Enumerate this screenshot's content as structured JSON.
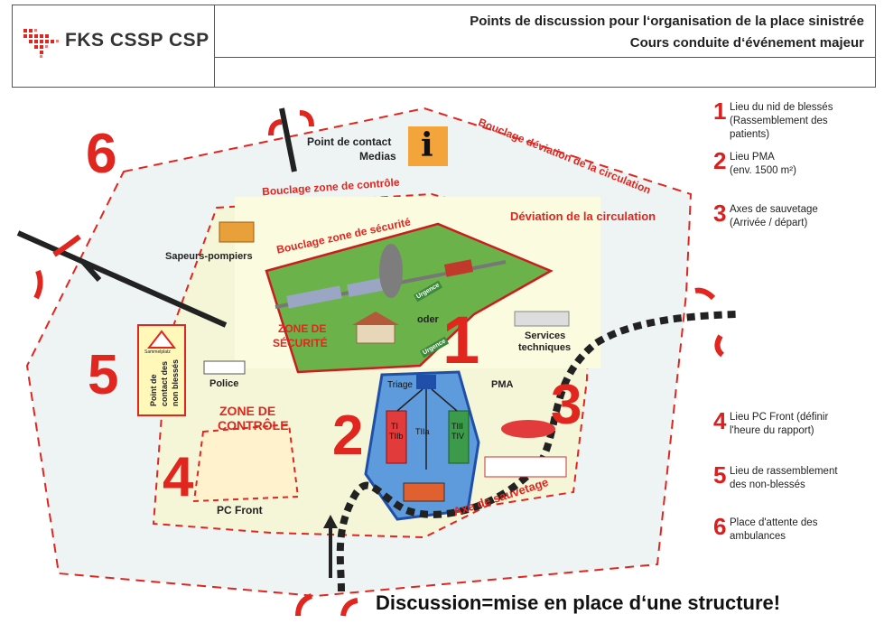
{
  "header": {
    "org": "FKS CSSP CSP",
    "title_line1": "Points de discussion pour l‘organisation de la place sinistrée",
    "title_line2": "Cours conduite d‘événement majeur"
  },
  "map": {
    "outer_loop_label": "Bouclage déviation de la circulation",
    "control_loop_label": "Bouclage zone de contrôle",
    "security_loop_label": "Bouclage zone de sécurité",
    "diversion_label": "Déviation de la circulation",
    "media_label_1": "Point de contact",
    "media_label_2": "Medias",
    "info_glyph": "i",
    "firefighters_label": "Sapeurs-pompiers",
    "security_zone_1": "ZONE DE",
    "security_zone_2": "SÉCURITÉ",
    "oder_label": "oder",
    "urgent_1": "Urgence",
    "urgent_2": "Urgence",
    "technical_1": "Services",
    "technical_2": "techniques",
    "police_label": "Police",
    "contact_label_1": "Point de",
    "contact_label_2": "contact des",
    "contact_label_3": "non blessés",
    "sign_text": "Sammelplatz",
    "control_zone_1": "ZONE DE",
    "control_zone_2": "CONTRÔLE",
    "pc_front_label": "PC Front",
    "triage_label": "Triage",
    "pma_label": "PMA",
    "ti_label_1": "TI",
    "ti_label_2": "TIIb",
    "tiia_label": "TIIa",
    "tiii_label_1": "TIII",
    "tiii_label_2": "TIV",
    "rescue_axis_label": "Axe de sauvetage",
    "numbers": [
      "6",
      "5",
      "4",
      "2",
      "1",
      "3"
    ]
  },
  "legend": [
    {
      "num": "1",
      "text": "Lieu du nid de blessés\n(Rassemblement des\npatients)"
    },
    {
      "num": "2",
      "text": "Lieu PMA\n(env. 1500 m²)"
    },
    {
      "num": "3",
      "text": "Axes de sauvetage\n(Arrivée / départ)"
    },
    {
      "num": "4",
      "text": "Lieu PC Front (définir\nl'heure du rapport)"
    },
    {
      "num": "5",
      "text": "Lieu de rassemblement\ndes non-blessés"
    },
    {
      "num": "6",
      "text": "Place d'attente des\nambulances"
    }
  ],
  "footer": {
    "text": "Discussion=mise en place d‘une structure!"
  },
  "colors": {
    "red": "#e0261f",
    "blue": "#2266c4",
    "green": "#5aa63a",
    "yellow": "#f4e79a"
  }
}
